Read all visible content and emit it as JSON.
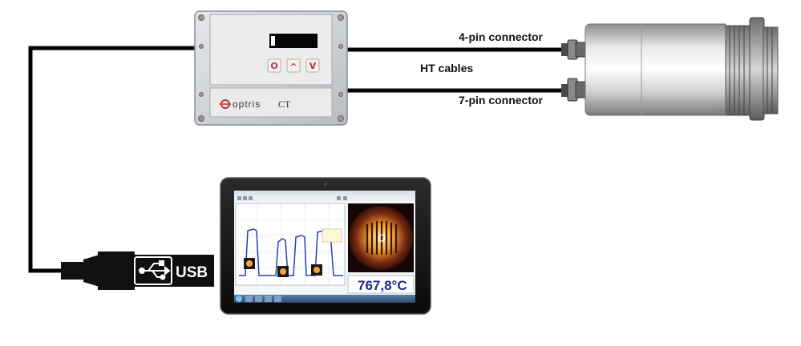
{
  "labels": {
    "connector_4pin": "4-pin connector",
    "ht_cables": "HT cables",
    "connector_7pin": "7-pin connector",
    "usb": "USB"
  },
  "controller": {
    "brand": "optris",
    "model": "CT",
    "buttons": [
      "O",
      "^",
      "V"
    ]
  },
  "tablet": {
    "temperature": "767,8°C"
  },
  "colors": {
    "cable": "#000000",
    "button_glyph": "#c0303a",
    "temperature_text": "#1f2a8a",
    "plot_line": "#2b3fb0"
  }
}
